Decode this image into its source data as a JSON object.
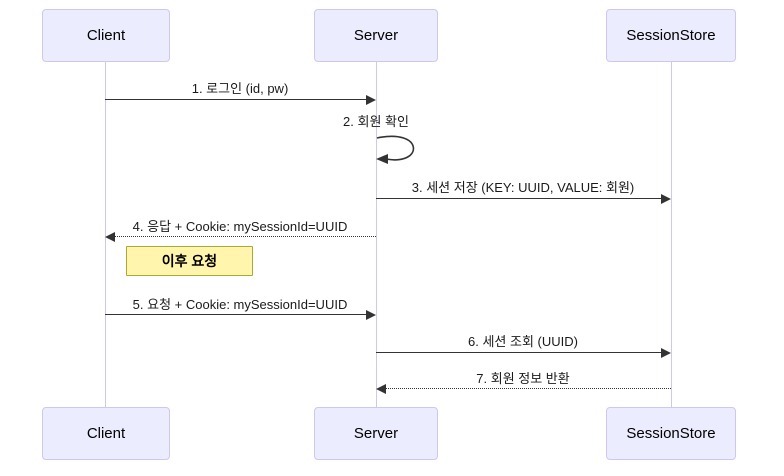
{
  "diagram": {
    "type": "sequence-diagram",
    "actors": [
      {
        "id": "client",
        "name": "Client"
      },
      {
        "id": "server",
        "name": "Server"
      },
      {
        "id": "sessionstore",
        "name": "SessionStore"
      }
    ],
    "messages": [
      {
        "num": 1,
        "text": "1. 로그인 (id, pw)",
        "from": "Client",
        "to": "Server",
        "line": "solid"
      },
      {
        "num": 2,
        "text": "2. 회원 확인",
        "from": "Server",
        "to": "Server",
        "line": "self-loop"
      },
      {
        "num": 3,
        "text": "3. 세션 저장 (KEY: UUID, VALUE: 회원)",
        "from": "Server",
        "to": "SessionStore",
        "line": "solid"
      },
      {
        "num": 4,
        "text": "4. 응답 + Cookie: mySessionId=UUID",
        "from": "Server",
        "to": "Client",
        "line": "dotted"
      },
      {
        "num": 5,
        "text": "5. 요청 + Cookie: mySessionId=UUID",
        "from": "Client",
        "to": "Server",
        "line": "solid"
      },
      {
        "num": 6,
        "text": "6. 세션 조회 (UUID)",
        "from": "Server",
        "to": "SessionStore",
        "line": "solid"
      },
      {
        "num": 7,
        "text": "7. 회원 정보 반환",
        "from": "SessionStore",
        "to": "Server",
        "line": "dotted"
      }
    ],
    "note": {
      "text": "이후 요청",
      "position": "right of Client"
    },
    "colors": {
      "actor_fill": "#ECECFF",
      "actor_border": "#CFC7EE",
      "lifeline": "#CBC9EC",
      "note_fill": "#FFF5AD",
      "note_border": "#AAAA33",
      "arrow": "#333333"
    }
  }
}
